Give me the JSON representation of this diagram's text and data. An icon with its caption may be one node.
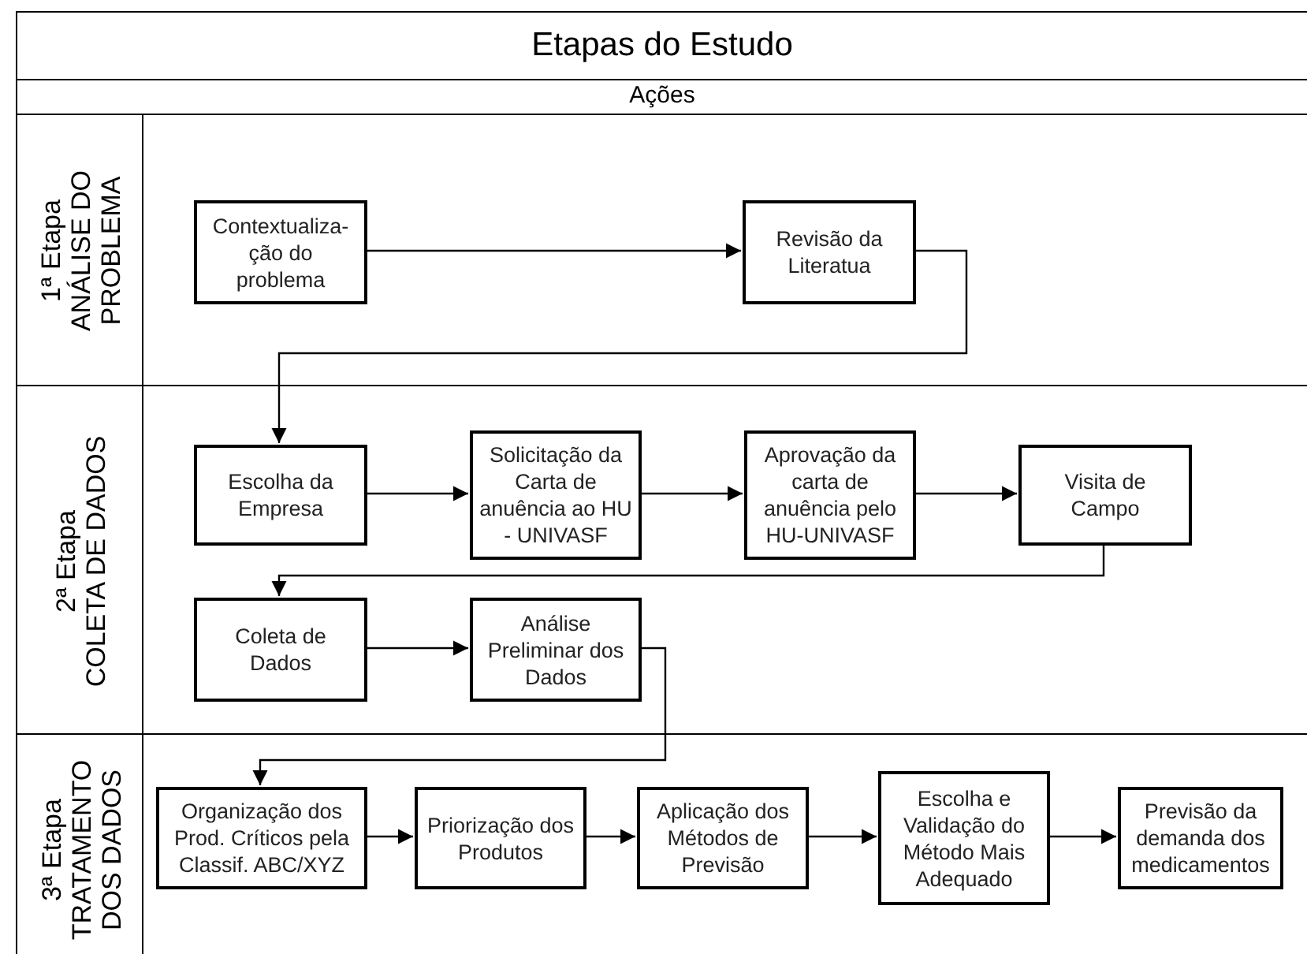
{
  "diagram": {
    "title": "Etapas do Estudo",
    "nodes": [
      {
        "text": [
          "1ª Etapa",
          "ANÁLISE DO PROBLEMA"
        ]
      },
      {
        "text": [
          "Contextualiza- ção do problema"
        ],
        "in": 0
      },
      {
        "text": [
          "Revisão da Literatua"
        ],
        "in": 0
      },
      {
        "text": [
          "2ª Etapa",
          "COLETA DE DADOS"
        ]
      },
      {
        "text": [
          "Escolha da Empresa"
        ],
        "in": 3
      },
      {
        "text": [
          "Solicitação da Carta de anuência ao HU - UNIVASF"
        ],
        "in": 3
      },
      {
        "text": [
          "Aprovação da carta de anuência pelo HU-UNIVASF"
        ],
        "in": 3
      },
      {
        "text": [
          "Visita de Campo"
        ],
        "in": 3
      },
      {
        "text": [
          "Coleta de Dados"
        ],
        "in": 3
      },
      {
        "text": [
          "Análise Preliminar dos Dados"
        ],
        "in": 3
      },
      {
        "text": [
          "3ª Etapa",
          "TRATAMENTO DOS DADOS"
        ]
      },
      {
        "text": [
          "Organização dos Prod. Críticos pela Classif. ABC/XYZ"
        ],
        "in": 10
      },
      {
        "text": [
          "Priorização dos Produtos"
        ],
        "in": 10
      },
      {
        "text": [
          "Aplicação dos Métodos de Previsão"
        ],
        "in": 10
      },
      {
        "text": [
          "Escolha e Validação do Método Mais Adequado"
        ],
        "in": 10
      },
      {
        "text": [
          "Previsão da demanda dos medicamentos"
        ],
        "in": 10
      }
    ],
    "edges": [
      {
        "from": 1,
        "to": 2,
        "arrow": "to"
      },
      {
        "from": 2,
        "to": 4,
        "arrow": "to"
      },
      {
        "from": 4,
        "to": 5,
        "arrow": "to"
      },
      {
        "from": 5,
        "to": 6,
        "arrow": "to"
      },
      {
        "from": 6,
        "to": 7,
        "arrow": "to"
      },
      {
        "from": 7,
        "to": 8,
        "arrow": "to"
      },
      {
        "from": 8,
        "to": 9,
        "arrow": "to"
      },
      {
        "from": 9,
        "to": 11,
        "arrow": "to"
      },
      {
        "from": 11,
        "to": 12,
        "arrow": "to"
      },
      {
        "from": 12,
        "to": 13,
        "arrow": "to"
      },
      {
        "from": 13,
        "to": 14,
        "arrow": "to"
      },
      {
        "from": 14,
        "to": 15,
        "arrow": "to"
      }
    ],
    "labels": [
      "Ações"
    ]
  }
}
